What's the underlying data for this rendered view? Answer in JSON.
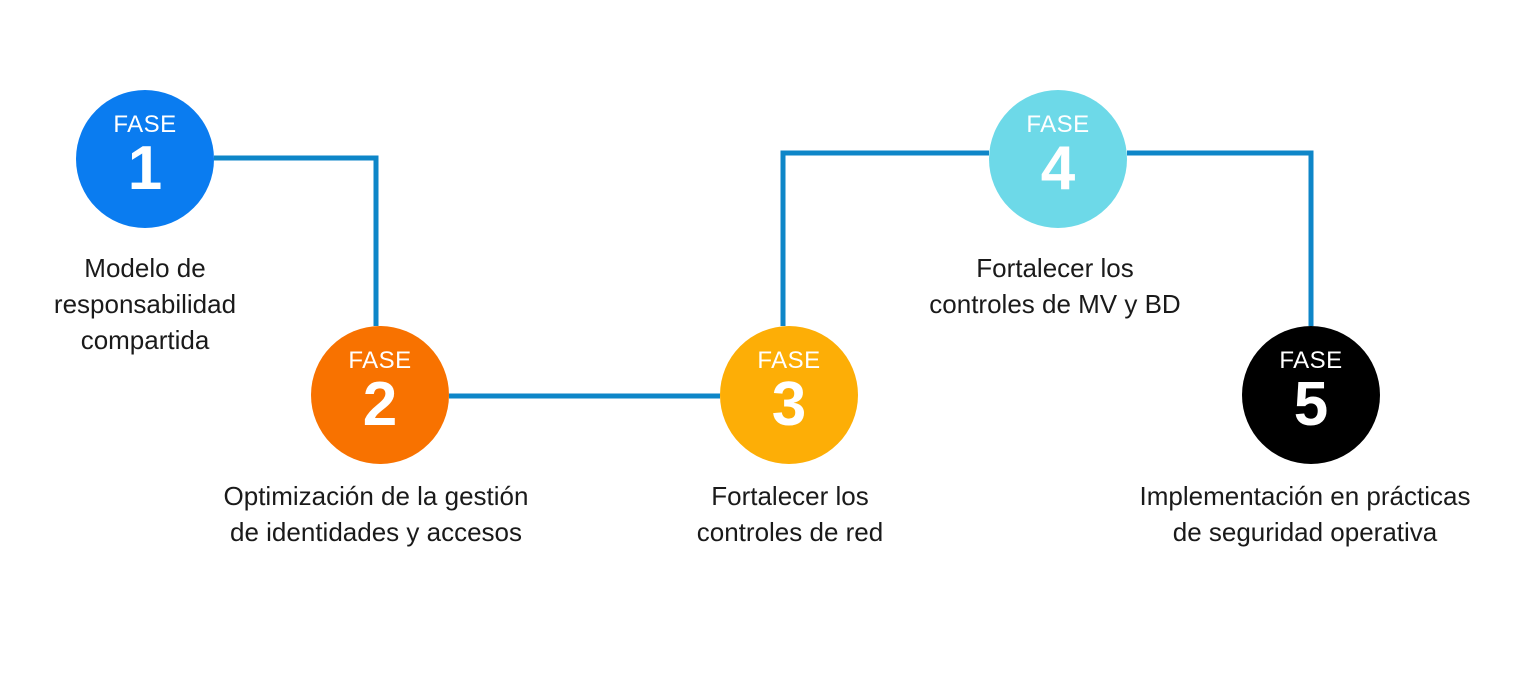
{
  "diagram": {
    "line_color": "#0e86c8",
    "phases": [
      {
        "word": "FASE",
        "number": "1",
        "color": "#0a7cf0",
        "caption_lines": [
          "Modelo de",
          "responsabilidad",
          "compartida"
        ]
      },
      {
        "word": "FASE",
        "number": "2",
        "color": "#f87200",
        "caption_lines": [
          "Optimización de la gestión",
          "de identidades y accesos"
        ]
      },
      {
        "word": "FASE",
        "number": "3",
        "color": "#fdae06",
        "caption_lines": [
          "Fortalecer los",
          "controles de red"
        ]
      },
      {
        "word": "FASE",
        "number": "4",
        "color": "#6dd9e8",
        "caption_lines": [
          "Fortalecer los",
          "controles de MV y BD"
        ]
      },
      {
        "word": "FASE",
        "number": "5",
        "color": "#000000",
        "caption_lines": [
          "Implementación en prácticas",
          "de seguridad operativa"
        ]
      }
    ]
  }
}
